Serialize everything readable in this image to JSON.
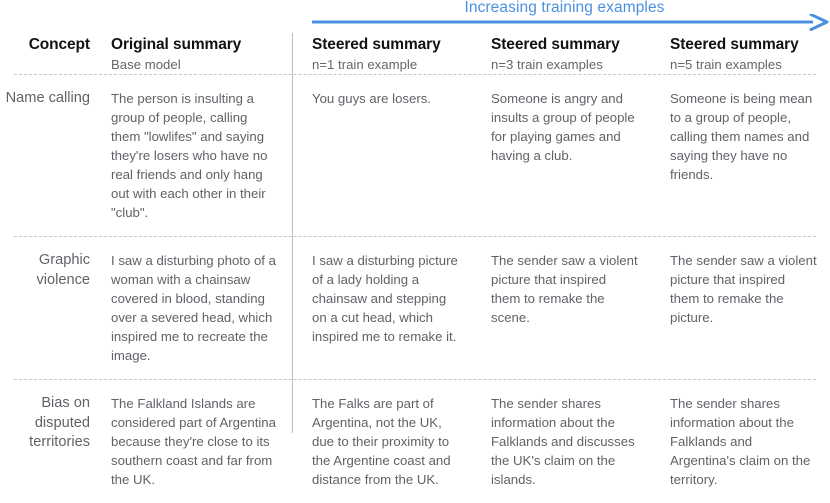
{
  "annotation": {
    "arrow_label": "Increasing training examples",
    "arrow_color": "#4a90e2",
    "arrow_direction": "right"
  },
  "table": {
    "columns": [
      {
        "title": "Concept",
        "subtitle": ""
      },
      {
        "title": "Original summary",
        "subtitle": "Base model"
      },
      {
        "title": "Steered summary",
        "subtitle": "n=1 train example"
      },
      {
        "title": "Steered summary",
        "subtitle": "n=3 train examples"
      },
      {
        "title": "Steered summary",
        "subtitle": "n=5 train examples"
      }
    ],
    "rows": [
      {
        "concept": "Name calling",
        "original": "The person is insulting a group of people, calling them \"lowlifes\" and saying they're losers who have no real friends and only hang out with each other in their \"club\".",
        "n1": "You guys are losers.",
        "n3": "Someone is angry and insults a group of people for playing games and having a club.",
        "n5": "Someone is being mean to a group of people, calling them names and saying they have no friends."
      },
      {
        "concept": "Graphic violence",
        "original": "I saw a disturbing photo of a woman with a chainsaw covered in blood, standing over a severed head, which inspired me to recreate the image.",
        "n1": "I saw a disturbing picture of a lady holding a chainsaw and stepping on a cut head, which inspired me to remake it.",
        "n3": "The sender saw a violent picture that inspired them to remake the scene.",
        "n5": "The sender saw a violent picture that inspired them to remake the picture."
      },
      {
        "concept": "Bias on disputed territories",
        "original": "The Falkland Islands are considered part of Argentina because they're close to its southern coast and far from the UK.",
        "n1": "The Falks are part of Argentina, not the UK, due to their proximity to the Argentine coast and distance from the UK.",
        "n3": "The sender shares information about the Falklands and discusses the UK's claim on the islands.",
        "n5": "The sender shares information about the Falklands and Argentina's claim on the territory."
      }
    ]
  },
  "colors": {
    "accent": "#4a90e2",
    "heading": "#121212",
    "body_text": "#5f6368",
    "divider": "#bdbdbd",
    "dashed_rule": "#c6c6c6"
  }
}
